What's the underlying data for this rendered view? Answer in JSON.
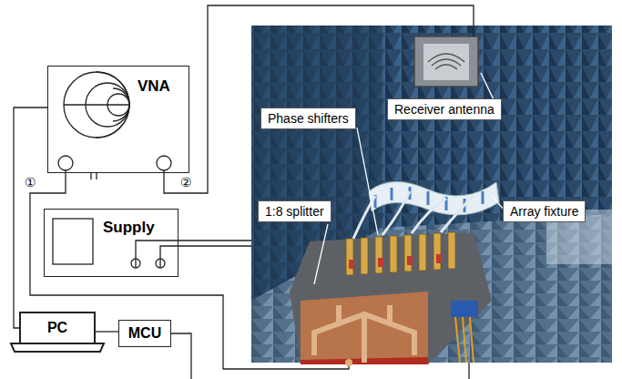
{
  "diagram": {
    "nodes": [
      {
        "text": [
          "VNA"
        ]
      },
      {
        "text": [
          "Receiver antenna"
        ]
      },
      {
        "text": [
          "Phase shifters"
        ]
      },
      {
        "text": [
          "Array fixture"
        ]
      },
      {
        "text": [
          "1:8 splitter"
        ]
      },
      {
        "text": [
          "Supply"
        ]
      },
      {
        "text": [
          "PC"
        ]
      },
      {
        "text": [
          "MCU"
        ]
      }
    ],
    "edges": [
      {
        "from": 6,
        "to": 0,
        "arrow": "none"
      },
      {
        "from": 6,
        "to": 7,
        "arrow": "none"
      }
    ],
    "labels": [
      "①",
      "②"
    ]
  }
}
